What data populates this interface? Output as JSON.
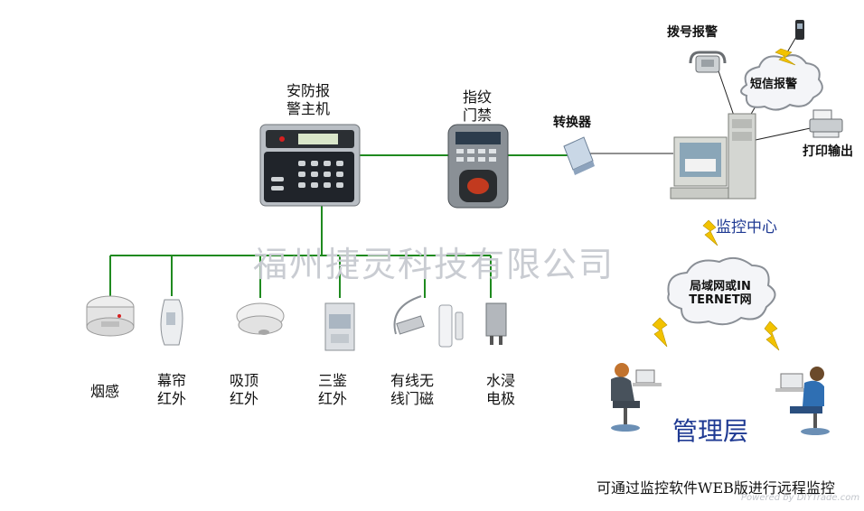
{
  "title": {
    "host": [
      "安防报",
      "警主机"
    ],
    "fingerprint": [
      "指纹",
      "门禁"
    ],
    "converter": "转换器",
    "monitor_center": "监控中心",
    "dial_alarm": "拨号报警",
    "sms_alarm": "短信报警",
    "print_output": "打印输出",
    "network": [
      "局域网或IN",
      "TERNET网"
    ],
    "management": "管理层",
    "footer": "可通过监控软件WEB版进行远程监控",
    "watermark": "福州捷灵科技有限公司",
    "credit": "Powered by DIYTrade.com"
  },
  "sensors": [
    {
      "lines": [
        "烟感"
      ]
    },
    {
      "lines": [
        "幕帘",
        "红外"
      ]
    },
    {
      "lines": [
        "吸顶",
        "红外"
      ]
    },
    {
      "lines": [
        "三鉴",
        "红外"
      ]
    },
    {
      "lines": [
        "有线无",
        "线门磁"
      ]
    },
    {
      "lines": [
        "水浸",
        "电极"
      ]
    }
  ],
  "colors": {
    "line_green": "#1f8a1f",
    "line_black": "#222222",
    "lightning": "#f2c200",
    "text_blue": "#1f3a93"
  }
}
